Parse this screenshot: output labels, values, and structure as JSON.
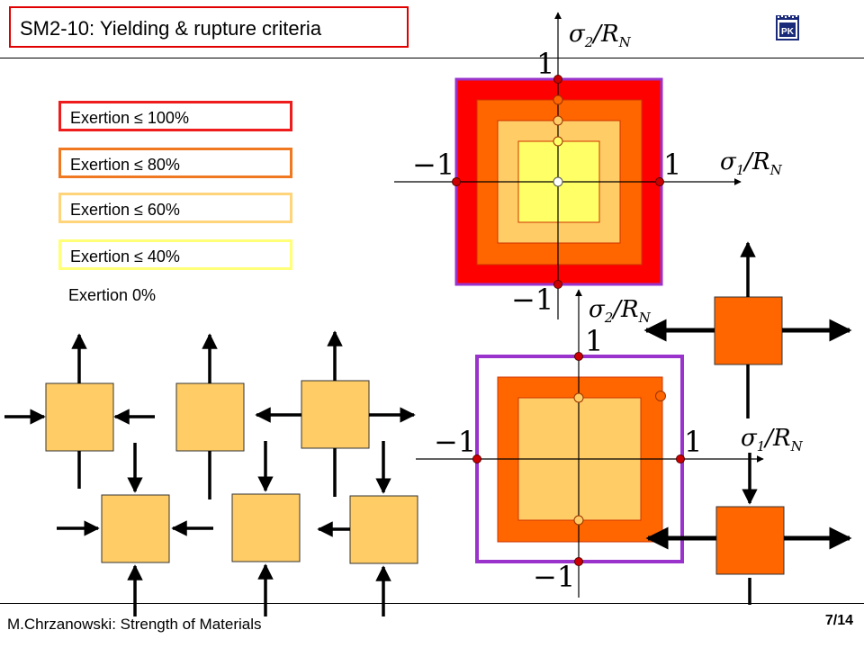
{
  "title": "SM2-10: Yielding & rupture criteria",
  "footer": {
    "author": "M.Chrzanowski: Strength of Materials",
    "page": "7/14"
  },
  "legend": [
    {
      "label": "Exertion ≤ 100%",
      "color": "#ee1c1c"
    },
    {
      "label": "Exertion ≤ 80%",
      "color": "#f07820"
    },
    {
      "label": "Exertion ≤ 60%",
      "color": "#ffd47a"
    },
    {
      "label": "Exertion ≤ 40%",
      "color": "#ffff78"
    }
  ],
  "legend_zero": "Exertion 0%",
  "upper_plot": {
    "y_axis_label": "σ2/RN",
    "x_axis_label": "σ1/RN",
    "tick_pos_y": "1",
    "tick_neg_y": "−1",
    "tick_pos_x": "1",
    "tick_neg_x": "−1"
  },
  "lower_plot": {
    "y_axis_label": "σ2/RN",
    "x_axis_label": "σ1/RN",
    "tick_pos_y": "1",
    "tick_neg_y": "−1",
    "tick_pos_x": "1",
    "tick_neg_x": "−1"
  },
  "colors": {
    "red": "#ff0000",
    "dark_orange": "#ff6600",
    "light_orange": "#ffcc66",
    "yellow": "#ffff66",
    "purple": "#9933cc",
    "title_border": "#e00000"
  },
  "logo": "politechnika-krakowska-logo"
}
